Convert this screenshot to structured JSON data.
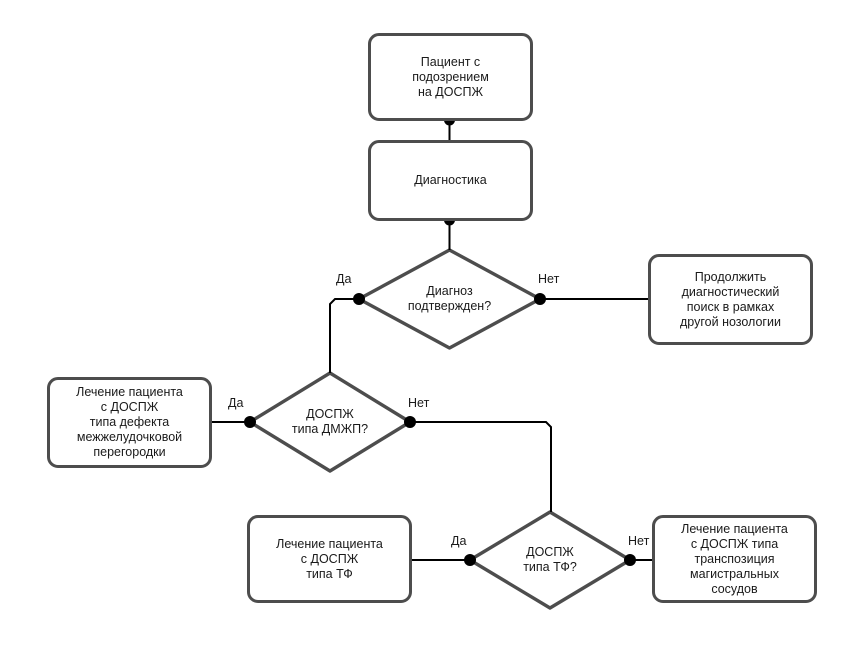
{
  "diagram": {
    "type": "flowchart",
    "language": "ru",
    "background_color": "#ffffff",
    "shape_border_color": "#4d4d4d",
    "connector_color": "#000000",
    "text_color": "#1a1a1a",
    "nodes": {
      "start": {
        "shape": "process",
        "text": "Пациент с\nподозрением\nна ДОСПЖ"
      },
      "diagnostics": {
        "shape": "process",
        "text": "Диагностика"
      },
      "decision_diagnosis": {
        "shape": "decision",
        "text": "Диагноз\nподтвержден?"
      },
      "other_nosology": {
        "shape": "process",
        "text": "Продолжить\nдиагностический\nпоиск в рамках\nдругой нозологии"
      },
      "decision_vsd": {
        "shape": "decision",
        "text": "ДОСПЖ\nтипа ДМЖП?"
      },
      "treat_vsd": {
        "shape": "process",
        "text": "Лечение пациента\nс ДОСПЖ\nтипа дефекта\nмежжелудочковой\nперегородки"
      },
      "decision_tof": {
        "shape": "decision",
        "text": "ДОСПЖ\nтипа ТФ?"
      },
      "treat_tof": {
        "shape": "process",
        "text": "Лечение пациента\nс ДОСПЖ\nтипа ТФ"
      },
      "treat_tga": {
        "shape": "process",
        "text": "Лечение пациента\nс ДОСПЖ типа\nтранспозиция\nмагистральных\nсосудов"
      }
    },
    "edge_labels": {
      "diagnosis_yes": "Да",
      "diagnosis_no": "Нет",
      "vsd_yes": "Да",
      "vsd_no": "Нет",
      "tof_yes": "Да",
      "tof_no": "Нет"
    }
  }
}
